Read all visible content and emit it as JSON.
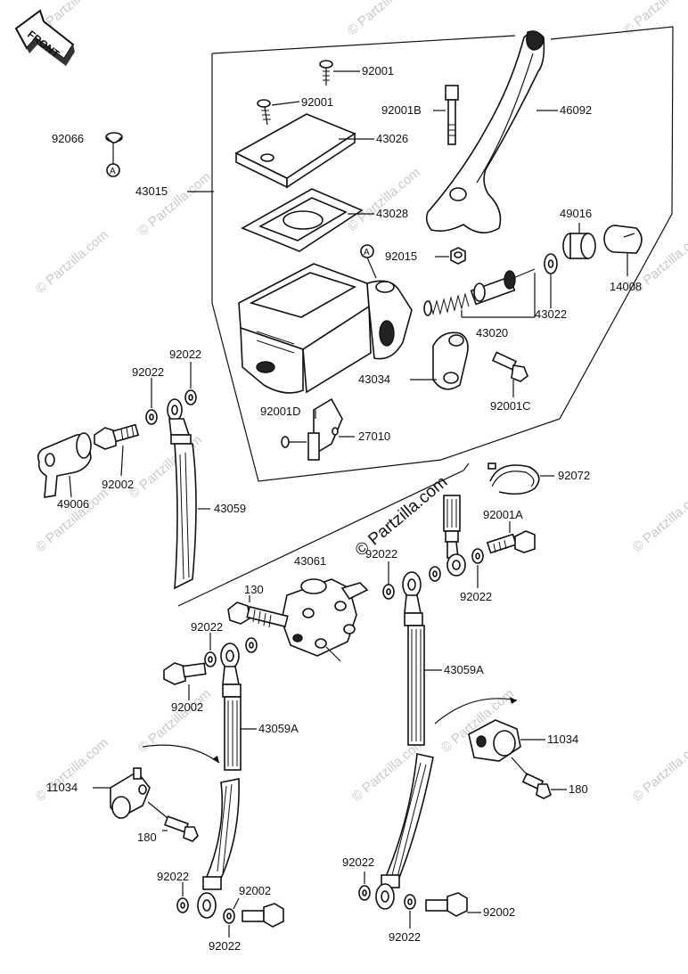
{
  "diagram": {
    "orientation_badge": "FRONT",
    "circle_ref": "A",
    "watermark": "© Partzilla.com",
    "labels": {
      "p92001_top": "92001",
      "p92001_mid": "92001",
      "p92001B": "92001B",
      "p46092": "46092",
      "p92066": "92066",
      "p43026": "43026",
      "p43015": "43015",
      "p43028": "43028",
      "p49016": "49016",
      "p92015": "92015",
      "p14008": "14008",
      "p43022": "43022",
      "p43020": "43020",
      "p92022_a": "92022",
      "p92022_b": "92022",
      "p43034": "43034",
      "p92001C": "92001C",
      "p92001D": "92001D",
      "p27010": "27010",
      "p92002_a": "92002",
      "p49006": "49006",
      "p43059": "43059",
      "p92072": "92072",
      "p92001A": "92001A",
      "p43061": "43061",
      "p92022_c": "92022",
      "p92022_d": "92022",
      "p130": "130",
      "p92022_e": "92022",
      "p92002_b": "92002",
      "p43059A_a": "43059A",
      "p43059A_b": "43059A",
      "p11034_a": "11034",
      "p11034_b": "11034",
      "p180_a": "180",
      "p180_b": "180",
      "p92022_f": "92022",
      "p92002_c": "92002",
      "p92022_g": "92022",
      "p92022_h": "92022",
      "p92002_d": "92002",
      "p92022_i": "92022"
    }
  }
}
